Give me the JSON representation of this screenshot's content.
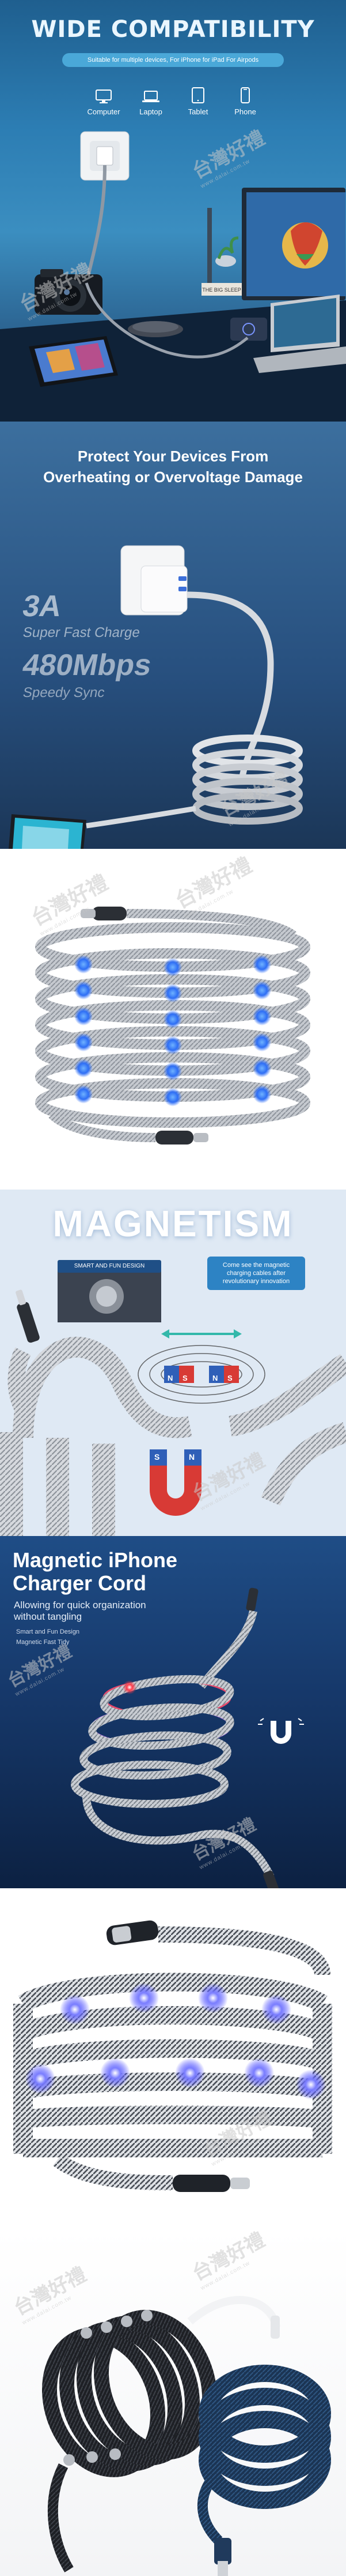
{
  "section1": {
    "title": "WIDE COMPATIBILITY",
    "subtitle": "Suitable for multiple devices, For iPhone for iPad For Airpods",
    "devices": [
      {
        "label": "Computer",
        "icon": "computer-icon"
      },
      {
        "label": "Laptop",
        "icon": "laptop-icon"
      },
      {
        "label": "Tablet",
        "icon": "tablet-icon"
      },
      {
        "label": "Phone",
        "icon": "phone-icon"
      }
    ],
    "sign_text": "THE BIG SLEEP"
  },
  "section2": {
    "title_line1": "Protect Your Devices From",
    "title_line2": "Overheating or Overvoltage Damage",
    "charge_value": "3A",
    "charge_text": "Super Fast Charge",
    "speed_value": "480Mbps",
    "speed_text": "Speedy Sync"
  },
  "section4": {
    "title": "MAGNETISM",
    "smart_tag": "SMART AND FUN DESIGN",
    "come_text": "Come see the magnetic charging cables after revolutionary innovation",
    "magnet_s": "S",
    "magnet_n": "N",
    "pole_n": "N",
    "pole_s": "S"
  },
  "section5": {
    "title_line1": "Magnetic iPhone",
    "title_line2": "Charger Cord",
    "allowing_line1": "Allowing for quick organization",
    "allowing_line2": "without tangling",
    "point1": "Smart and Fun Design",
    "point2": "Magnetic Fast Tidy"
  },
  "watermark": {
    "brand": "台灣好禮",
    "url": "www.dalai.com.tw"
  },
  "colors": {
    "accent_blue": "#2d83c4",
    "magnet_red": "#d83a35",
    "magnet_blue": "#2f5fb8",
    "glow_blue": "#3d8dff"
  }
}
